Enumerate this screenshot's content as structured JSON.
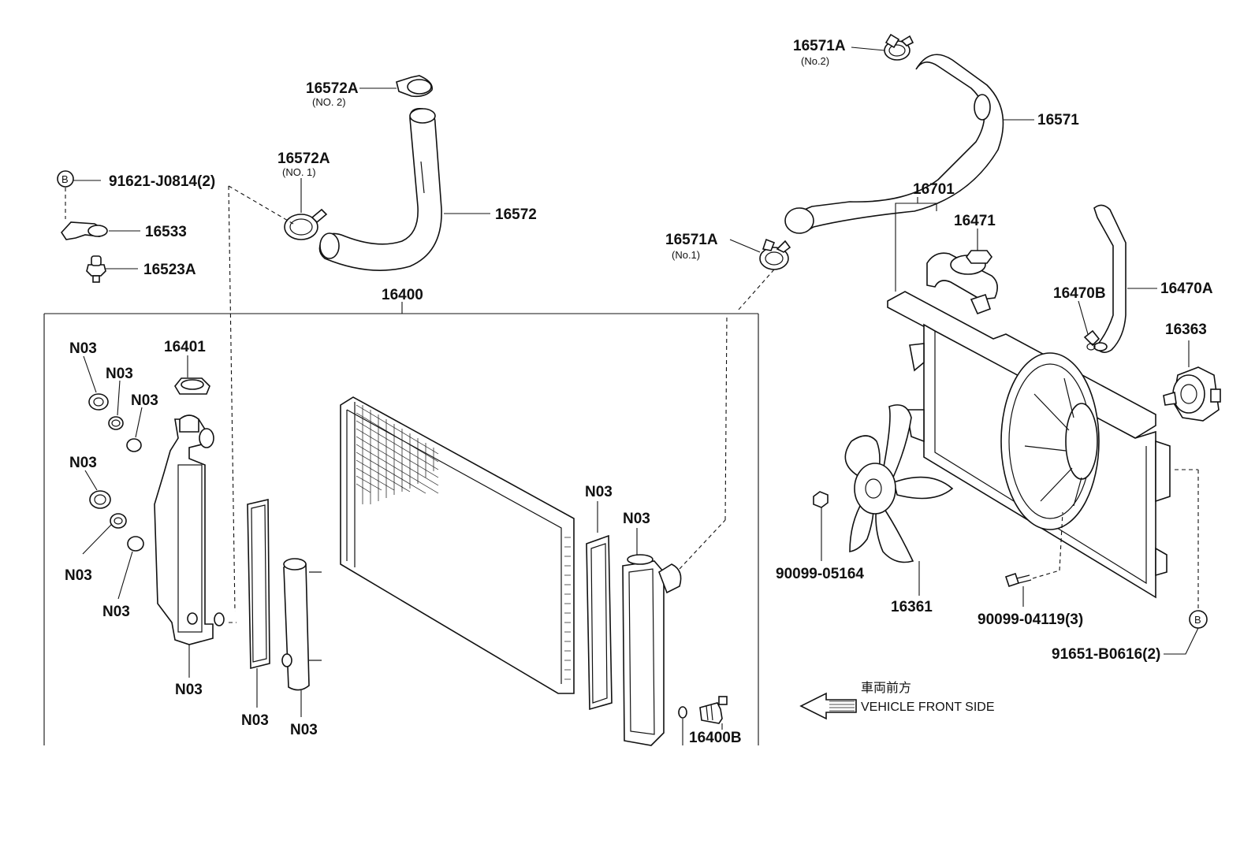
{
  "labels": {
    "l16572a_no2": "16572A",
    "l16572a_no2_sub": "(NO. 2)",
    "l16572a_no1": "16572A",
    "l16572a_no1_sub": "(NO. 1)",
    "l16572": "16572",
    "l16571a_no2": "16571A",
    "l16571a_no2_sub": "(No.2)",
    "l16571": "16571",
    "l16571a_no1": "16571A",
    "l16571a_no1_sub": "(No.1)",
    "l16701": "16701",
    "l16471": "16471",
    "l16470b": "16470B",
    "l16470a": "16470A",
    "l16363": "16363",
    "l91621": "91621-J0814(2)",
    "l16533": "16533",
    "l16523a": "16523A",
    "l16400": "16400",
    "l16401": "16401",
    "n03_a": "N03",
    "n03_b": "N03",
    "n03_c": "N03",
    "n03_d": "N03",
    "n03_e": "N03",
    "n03_f": "N03",
    "n03_g": "N03",
    "n03_h": "N03",
    "n03_i": "N03",
    "n03_j": "N03",
    "n03_k": "N03",
    "l90099_05164": "90099-05164",
    "l16361": "16361",
    "l90099_04119": "90099-04119(3)",
    "l91651": "91651-B0616(2)",
    "l16400b": "16400B",
    "ref_b_top": "B",
    "ref_b_bottom": "B",
    "front_jp": "車両前方",
    "front_en": "VEHICLE FRONT SIDE"
  }
}
